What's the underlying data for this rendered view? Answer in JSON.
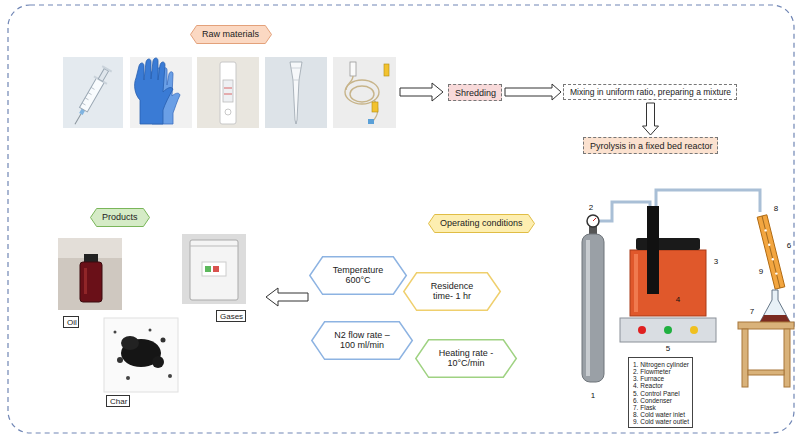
{
  "diagram": {
    "nodes": [
      {
        "text": [
          "Raw materials"
        ]
      },
      {
        "text": [
          "Shredding"
        ]
      },
      {
        "text": [
          "Mixing in uniform ratio, preparing a mixture"
        ]
      },
      {
        "text": [
          "Pyrolysis in a fixed bed reactor"
        ]
      },
      {
        "text": [
          "Products"
        ]
      },
      {
        "text": [
          "Operating conditions"
        ]
      },
      {
        "text": [
          "Temperature 600°C"
        ]
      },
      {
        "text": [
          "Residence time- 1 hr"
        ]
      },
      {
        "text": [
          "N2 flow rate – 100 ml/min"
        ]
      },
      {
        "text": [
          "Heating rate - 10°C/min"
        ]
      },
      {
        "text": [
          "Oil"
        ]
      },
      {
        "text": [
          "Gases"
        ]
      },
      {
        "text": [
          "Char"
        ]
      },
      {
        "text": [
          "1. Nitrogen cylinder",
          "2. Flowmeter",
          "3. Furnace",
          "4. Reactor",
          "5. Control Panel",
          "6. Condenser",
          "7. Flask",
          "8. Cold water inlet",
          "9. Cold water outlet"
        ]
      }
    ],
    "edges": [
      {
        "from": 1,
        "to": 2,
        "arrow": "to"
      },
      {
        "from": 2,
        "to": 3,
        "arrow": "to"
      }
    ],
    "labels": [
      "1",
      "2",
      "3",
      "4",
      "5",
      "6",
      "7",
      "8",
      "9"
    ]
  }
}
